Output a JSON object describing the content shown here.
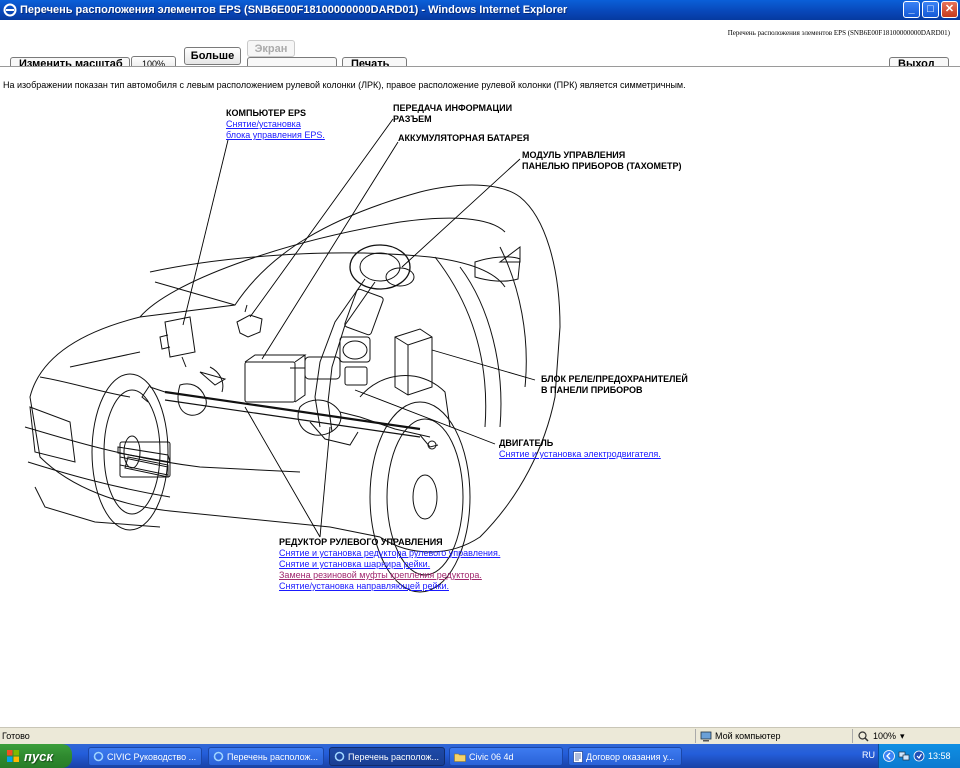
{
  "window": {
    "title": "Перечень расположения элементов EPS (SNB6E00F18100000000DARD01) - Windows Internet Explorer",
    "min": "_",
    "max": "□",
    "close": "✕"
  },
  "toolbar": {
    "doc_id": "Перечень расположения элементов EPS (SNB6E00F18100000000DARD01)",
    "bigger_label": "Больше",
    "screen_label": "Экран",
    "zoom_value": "100%",
    "cut_left": "Изменить масштаб",
    "cut_right": "Выход",
    "cut_mid1": "",
    "cut_mid2": "Печать"
  },
  "content": {
    "description": "На изображении показан тип автомобиля с левым расположением рулевой колонки (ЛРК), правое расположение рулевой колонки (ПРК) является симметричным.",
    "labels": {
      "eps_computer": "КОМПЬЮТЕР EPS",
      "eps_link1": "Снятие/установка",
      "eps_link2": "блока управления EPS.",
      "data_connector_1": "ПЕРЕДАЧА ИНФОРМАЦИИ",
      "data_connector_2": "РАЗЪЕМ",
      "battery": "АККУМУЛЯТОРНАЯ БАТАРЕЯ",
      "gauge_module_1": "МОДУЛЬ УПРАВЛЕНИЯ",
      "gauge_module_2": "ПАНЕЛЬЮ ПРИБОРОВ (ТАХОМЕТР)",
      "fuse_box_1": "БЛОК РЕЛЕ/ПРЕДОХРАНИТЕЛЕЙ",
      "fuse_box_2": "В ПАНЕЛИ ПРИБОРОВ",
      "motor": "ДВИГАТЕЛЬ",
      "motor_link": "Снятие и установка электродвигателя.",
      "gearbox": "РЕДУКТОР РУЛЕВОГО УПРАВЛЕНИЯ",
      "gearbox_link1": "Снятие и установка редуктора рулевого управления.",
      "gearbox_link2": "Снятие и установка шарнира рейки.",
      "gearbox_link3": "Замена резиновой муфты крепления редуктора.",
      "gearbox_link4": "Снятие/установка направляющей рейки."
    }
  },
  "statusbar": {
    "status": "Готово",
    "zone": "Мой компьютер",
    "zoom": "100%"
  },
  "taskbar": {
    "start": "пуск",
    "tasks": [
      "CIVIC Руководство ...",
      "Перечень располож...",
      "Перечень располож...",
      "Civic 06 4d",
      "Договор оказания у..."
    ],
    "lang": "RU",
    "clock": "13:58"
  },
  "colors": {
    "link": "#1a1aff",
    "visited_link": "#a0286e",
    "titlebar": "#0a5fd8",
    "start_button": "#3c9f3c"
  }
}
